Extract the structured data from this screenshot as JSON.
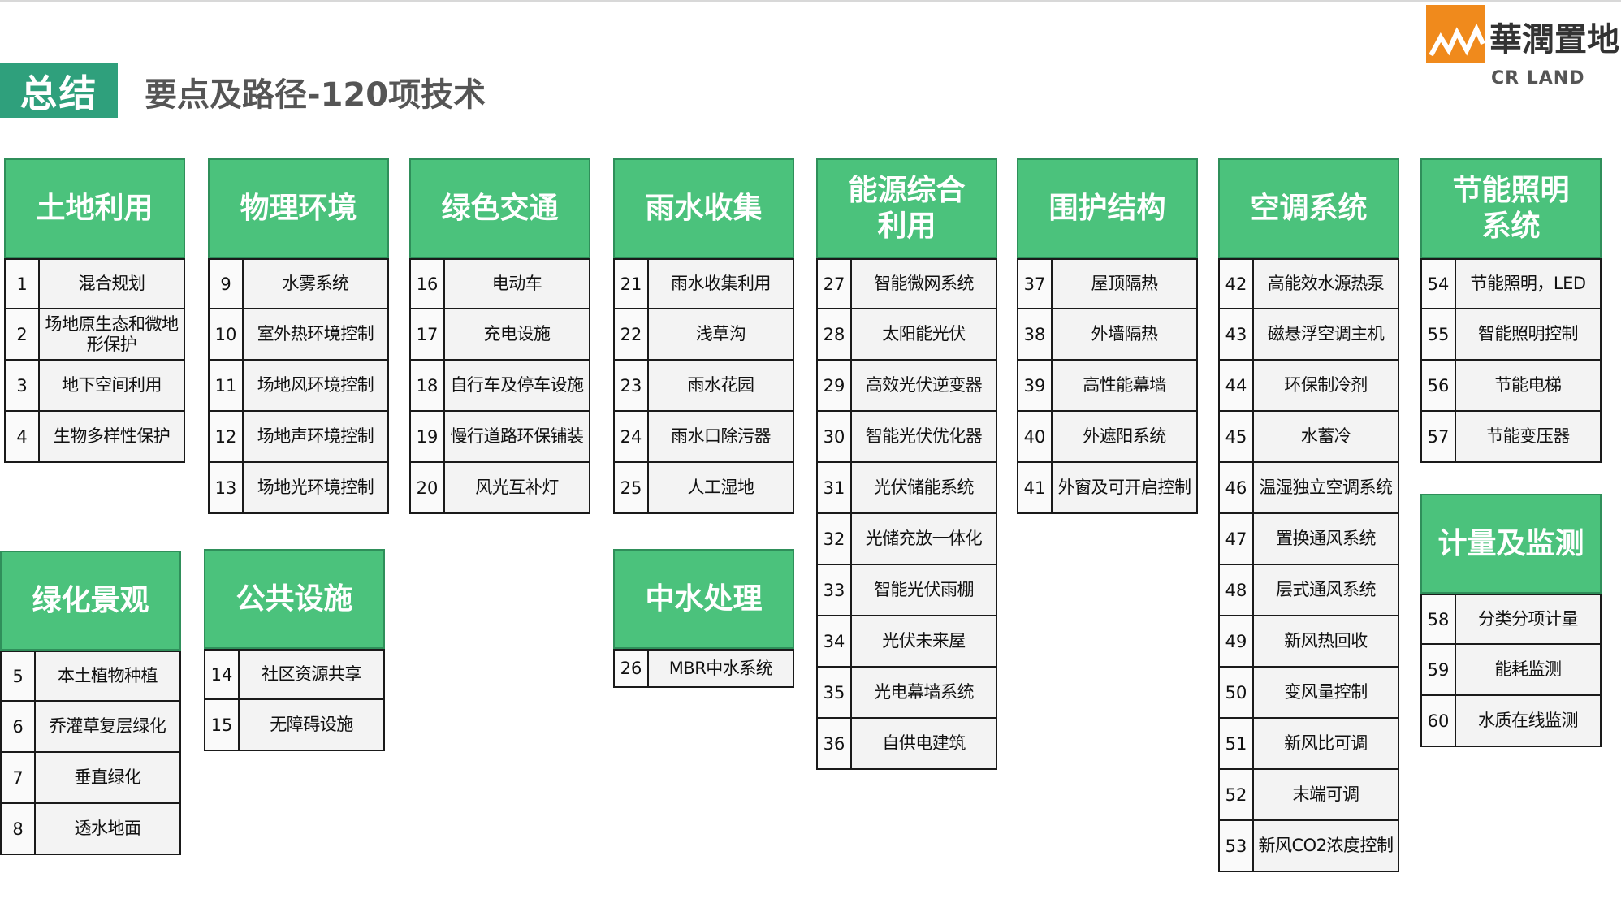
{
  "header": {
    "tag": "总结",
    "title": "要点及路径-120项技术",
    "logo_text": "華潤置地",
    "logo_sub": "CR LAND"
  },
  "categories": [
    {
      "title": "土地利用",
      "items": [
        [
          "1",
          "混合规划"
        ],
        [
          "2",
          "场地原生态和微地形保护"
        ],
        [
          "3",
          "地下空间利用"
        ],
        [
          "4",
          "生物多样性保护"
        ]
      ]
    },
    {
      "title": "物理环境",
      "items": [
        [
          "9",
          "水雾系统"
        ],
        [
          "10",
          "室外热环境控制"
        ],
        [
          "11",
          "场地风环境控制"
        ],
        [
          "12",
          "场地声环境控制"
        ],
        [
          "13",
          "场地光环境控制"
        ]
      ]
    },
    {
      "title": "绿色交通",
      "items": [
        [
          "16",
          "电动车"
        ],
        [
          "17",
          "充电设施"
        ],
        [
          "18",
          "自行车及停车设施"
        ],
        [
          "19",
          "慢行道路环保铺装"
        ],
        [
          "20",
          "风光互补灯"
        ]
      ]
    },
    {
      "title": "雨水收集",
      "items": [
        [
          "21",
          "雨水收集利用"
        ],
        [
          "22",
          "浅草沟"
        ],
        [
          "23",
          "雨水花园"
        ],
        [
          "24",
          "雨水口除污器"
        ],
        [
          "25",
          "人工湿地"
        ]
      ]
    },
    {
      "title": "能源综合利用",
      "items": [
        [
          "27",
          "智能微网系统"
        ],
        [
          "28",
          "太阳能光伏"
        ],
        [
          "29",
          "高效光伏逆变器"
        ],
        [
          "30",
          "智能光伏优化器"
        ],
        [
          "31",
          "光伏储能系统"
        ],
        [
          "32",
          "光储充放一体化"
        ],
        [
          "33",
          "智能光伏雨棚"
        ],
        [
          "34",
          "光伏未来屋"
        ],
        [
          "35",
          "光电幕墙系统"
        ],
        [
          "36",
          "自供电建筑"
        ]
      ]
    },
    {
      "title": "围护结构",
      "items": [
        [
          "37",
          "屋顶隔热"
        ],
        [
          "38",
          "外墙隔热"
        ],
        [
          "39",
          "高性能幕墙"
        ],
        [
          "40",
          "外遮阳系统"
        ],
        [
          "41",
          "外窗及可开启控制"
        ]
      ]
    },
    {
      "title": "空调系统",
      "items": [
        [
          "42",
          "高能效水源热泵"
        ],
        [
          "43",
          "磁悬浮空调主机"
        ],
        [
          "44",
          "环保制冷剂"
        ],
        [
          "45",
          "水蓄冷"
        ],
        [
          "46",
          "温湿独立空调系统"
        ],
        [
          "47",
          "置换通风系统"
        ],
        [
          "48",
          "层式通风系统"
        ],
        [
          "49",
          "新风热回收"
        ],
        [
          "50",
          "变风量控制"
        ],
        [
          "51",
          "新风比可调"
        ],
        [
          "52",
          "末端可调"
        ],
        [
          "53",
          "新风CO2浓度控制"
        ]
      ]
    },
    {
      "title": "节能照明系统",
      "items": [
        [
          "54",
          "节能照明，LED"
        ],
        [
          "55",
          "智能照明控制"
        ],
        [
          "56",
          "节能电梯"
        ],
        [
          "57",
          "节能变压器"
        ]
      ]
    },
    {
      "title": "绿化景观",
      "items": [
        [
          "5",
          "本土植物种植"
        ],
        [
          "6",
          "乔灌草复层绿化"
        ],
        [
          "7",
          "垂直绿化"
        ],
        [
          "8",
          "透水地面"
        ]
      ]
    },
    {
      "title": "公共设施",
      "items": [
        [
          "14",
          "社区资源共享"
        ],
        [
          "15",
          "无障碍设施"
        ]
      ]
    },
    {
      "title": "中水处理",
      "items": [
        [
          "26",
          "MBR中水系统"
        ]
      ]
    },
    {
      "title": "计量及监测",
      "items": [
        [
          "58",
          "分类分项计量"
        ],
        [
          "59",
          "能耗监测"
        ],
        [
          "60",
          "水质在线监测"
        ]
      ]
    }
  ]
}
